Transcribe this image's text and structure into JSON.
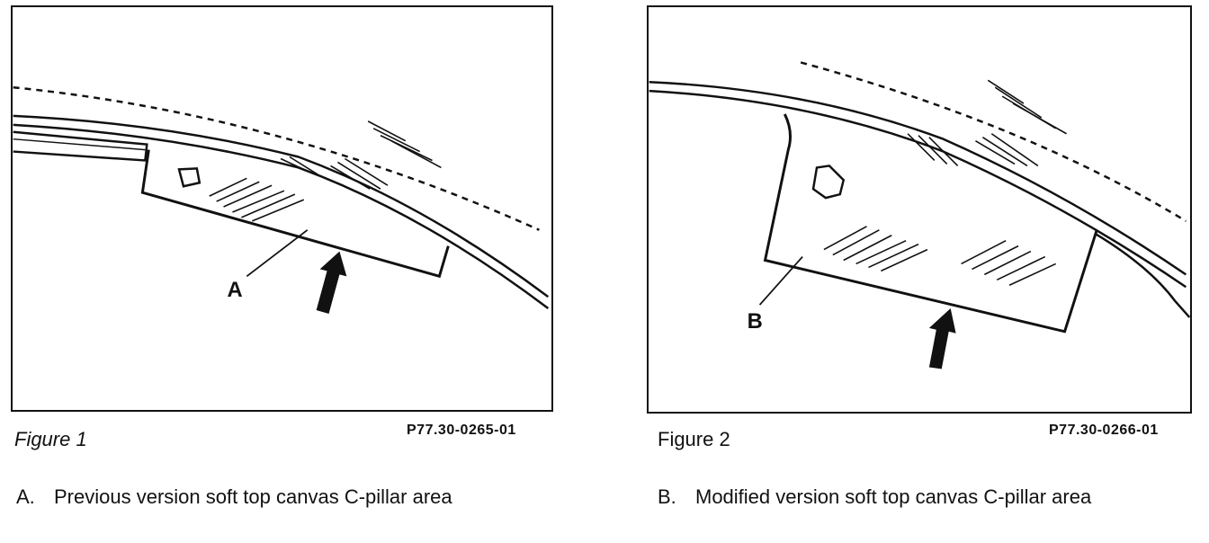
{
  "figures": [
    {
      "label": "Figure 1",
      "code": "P77.30-0265-01",
      "callout": "A",
      "legend_letter": "A.",
      "legend_text": "Previous version soft top canvas C-pillar area"
    },
    {
      "label": "Figure 2",
      "code": "P77.30-0266-01",
      "callout": "B",
      "legend_letter": "B.",
      "legend_text": "Modified version soft top canvas C-pillar area"
    }
  ]
}
